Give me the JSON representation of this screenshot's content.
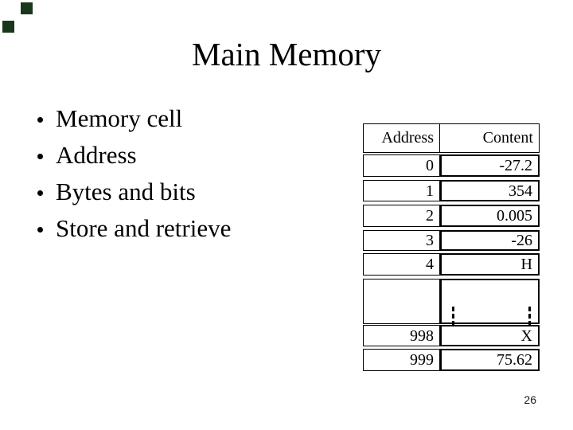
{
  "slide": {
    "title": "Main Memory",
    "bullets": [
      "Memory cell",
      "Address",
      "Bytes and bits",
      "Store and retrieve"
    ],
    "page_number": "26"
  },
  "memory_table": {
    "headers": {
      "address": "Address",
      "content": "Content"
    },
    "rows": [
      {
        "address": "0",
        "content": "-27.2"
      },
      {
        "address": "1",
        "content": "354"
      },
      {
        "address": "2",
        "content": "0.005"
      },
      {
        "address": "3",
        "content": "-26"
      },
      {
        "address": "4",
        "content": "H"
      },
      {
        "address": "998",
        "content": "X"
      },
      {
        "address": "999",
        "content": "75.62"
      }
    ],
    "continuation_row": {
      "symbol": "vertical-dashed-ellipsis"
    }
  },
  "icons": {
    "bullet-icon": "•",
    "vertical-ellipsis-icon": "⋮"
  },
  "colors": {
    "background": "#ffffff",
    "text": "#000000",
    "table_border": "#000000",
    "decor_square": "#1b371b"
  }
}
